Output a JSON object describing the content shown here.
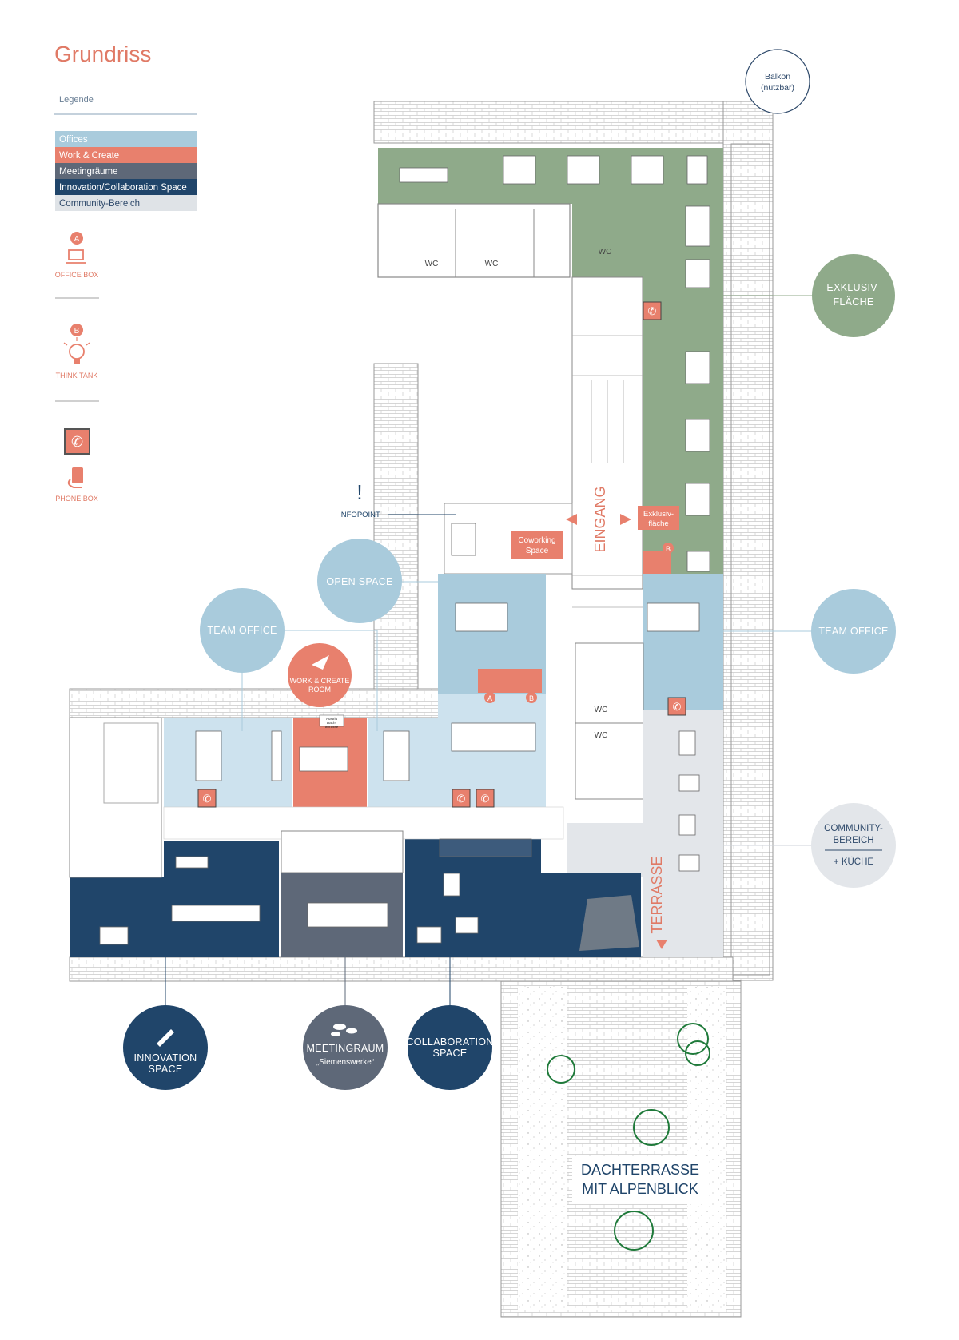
{
  "title": "Grundriss",
  "legend": {
    "heading": "Legende",
    "items": [
      {
        "label": "Offices",
        "color": "#a9cbdc"
      },
      {
        "label": "Work & Create",
        "color": "#e8806d"
      },
      {
        "label": "Meetingräume",
        "color": "#5e6878"
      },
      {
        "label": "Innovation/Collaboration Space",
        "color": "#20456a"
      },
      {
        "label": "Community-Bereich",
        "color": "#dfe3e7"
      }
    ],
    "office_box": {
      "marker": "A",
      "label": "OFFICE BOX",
      "icon": "monitor-icon"
    },
    "think_tank": {
      "marker": "B",
      "label": "THINK TANK",
      "icon": "lightbulb-icon"
    },
    "phone_box": {
      "label": "PHONE BOX",
      "icon": "phone-icon"
    }
  },
  "callouts": {
    "balkon": {
      "line1": "Balkon",
      "line2": "(nutzbar)"
    },
    "exklusiv": {
      "line1": "EXKLUSIV-",
      "line2": "FLÄCHE",
      "color": "#8faa8a"
    },
    "open_space": {
      "label": "OPEN SPACE",
      "color": "#a9cbdc"
    },
    "team_office_left": {
      "label": "TEAM OFFICE",
      "color": "#a9cbdc"
    },
    "team_office_right": {
      "label": "TEAM OFFICE",
      "color": "#a9cbdc"
    },
    "work_create": {
      "line1": "WORK & CREATE",
      "line2": "ROOM",
      "color": "#e8806d"
    },
    "community": {
      "line1": "COMMUNITY-",
      "line2": "BEREICH",
      "line3": "+ KÜCHE",
      "color": "#e3e6ea"
    },
    "innovation": {
      "line1": "INNOVATION",
      "line2": "SPACE",
      "color": "#20456a"
    },
    "meetingraum": {
      "line1": "MEETINGRAUM",
      "line2": "„Siemenswerke“",
      "color": "#5e6878"
    },
    "collaboration": {
      "line1": "COLLABORATION",
      "line2": "SPACE",
      "color": "#20456a"
    }
  },
  "labels": {
    "infopoint": "INFOPOINT",
    "coworking_line1": "Coworking",
    "coworking_line2": "Space",
    "eingang": "EINGANG",
    "exklusivflaeche_line1": "Exklusiv-",
    "exklusivflaeche_line2": "fläche",
    "terrasse": "TERRASSE",
    "dachterrasse_line1": "DACHTERRASSE",
    "dachterrasse_line2": "MIT ALPENBLICK",
    "wc": "WC",
    "austritt_line1": "Austritt",
    "austritt_line2": "Dach-",
    "austritt_line3": "terrasse",
    "marker_a": "A",
    "marker_b": "B"
  }
}
